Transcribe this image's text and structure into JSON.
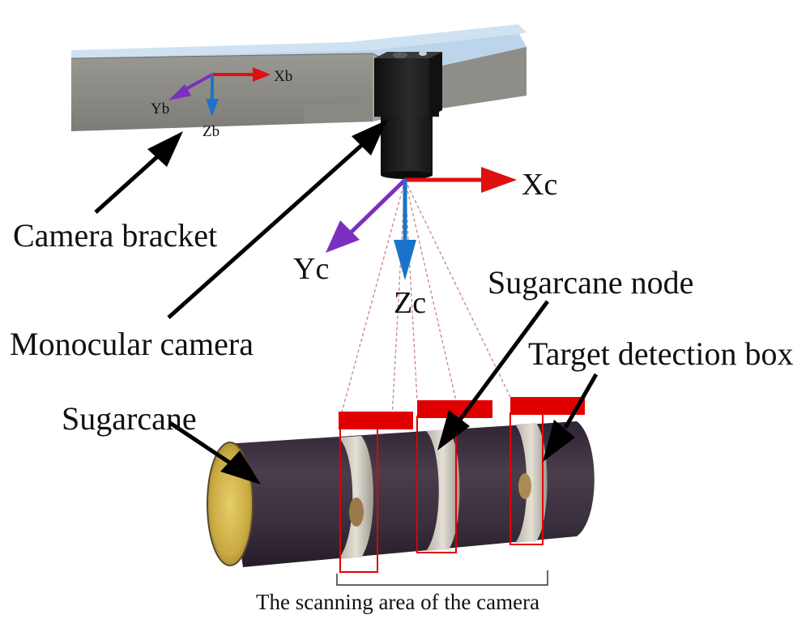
{
  "labels": {
    "camera_bracket": "Camera bracket",
    "monocular_camera": "Monocular camera",
    "sugarcane": "Sugarcane",
    "sugarcane_node": "Sugarcane node",
    "target_detection_box": "Target detection box",
    "scanning_area": "The scanning area of the camera"
  },
  "bracket_axes": {
    "x": "Xb",
    "y": "Yb",
    "z": "Zb"
  },
  "camera_axes": {
    "x": "Xc",
    "y": "Yc",
    "z": "Zc"
  },
  "colors": {
    "x_axis": "#e01010",
    "y_axis": "#7b2fbf",
    "z_axis": "#1a73c9",
    "detection_box": "#e00000",
    "bracket_top": "#bcd5ea",
    "bracket_front": "#8e8c87",
    "camera_body": "#1c1c1c",
    "sugarcane_skin": "#3a2f3d"
  }
}
